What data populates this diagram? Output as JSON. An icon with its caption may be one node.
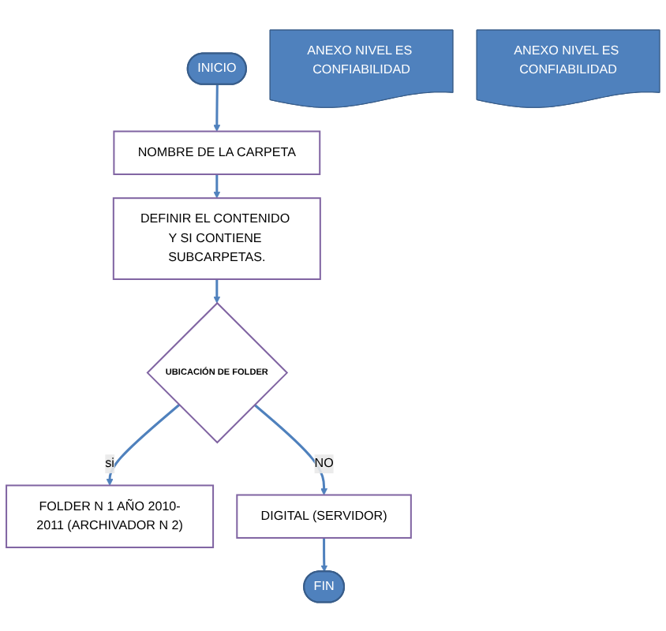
{
  "diagram": {
    "nodes": [
      {
        "text": [
          "INICIO"
        ]
      },
      {
        "text": [
          "NOMBRE DE LA CARPETA"
        ]
      },
      {
        "text": [
          "DEFINIR EL CONTENIDO Y SI CONTIENE SUBCARPETAS."
        ]
      },
      {
        "text": [
          "ANEXO NIVEL ES CONFIABILIDAD"
        ]
      },
      {
        "text": [
          "UBICACIÓN DE FOLDER"
        ]
      },
      {
        "text": [
          "FOLDER N 1 AÑO 2010-2011 (ARCHIVADOR N 2)"
        ]
      },
      {
        "text": [
          "ANEXO NIVEL ES CONFIABILIDAD"
        ]
      },
      {
        "text": [
          "DIGITAL (SERVIDOR)"
        ]
      },
      {
        "text": [
          "FIN"
        ]
      }
    ],
    "edges": [
      {
        "from": 0,
        "to": 1,
        "arrow": "to"
      },
      {
        "from": 1,
        "to": 2,
        "arrow": "to"
      },
      {
        "from": 2,
        "to": 4,
        "arrow": "to"
      },
      {
        "from": 4,
        "to": 5,
        "label": "si",
        "arrow": "to"
      },
      {
        "from": 4,
        "to": 7,
        "label": "NO",
        "arrow": "to"
      },
      {
        "from": 7,
        "to": 8,
        "arrow": "to"
      }
    ]
  }
}
